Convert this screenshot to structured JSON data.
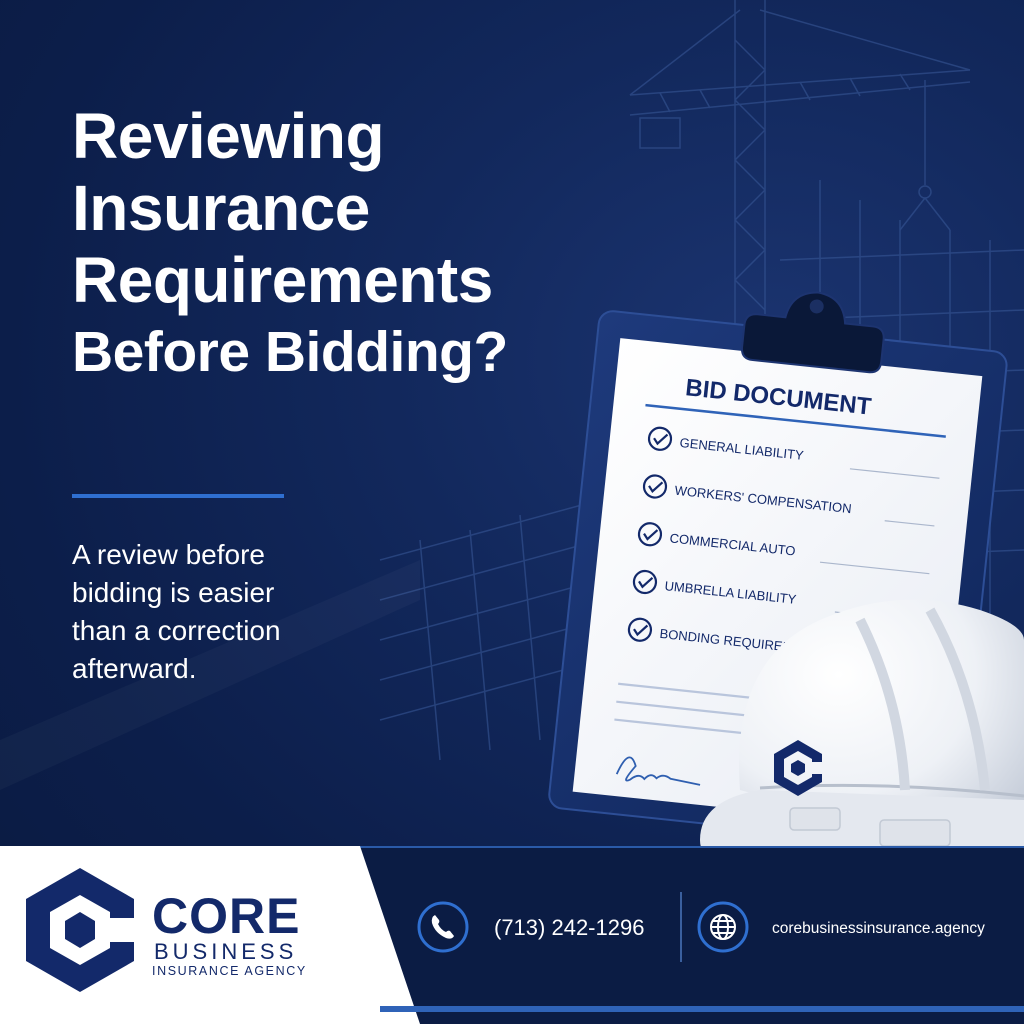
{
  "headline": {
    "line1": "Reviewing",
    "line2": "Insurance",
    "line3": "Requirements",
    "line4": "Before Bidding?"
  },
  "subtext": {
    "line1": "A review before",
    "line2": "bidding is easier",
    "line3": "than a correction",
    "line4": "afterward."
  },
  "document": {
    "title": "BID DOCUMENT",
    "items": [
      "GENERAL LIABILITY",
      "WORKERS' COMPENSATION",
      "COMMERCIAL AUTO",
      "UMBRELLA LIABILITY",
      "BONDING REQUIREMENTS"
    ]
  },
  "brand": {
    "name": "CORE",
    "sub1": "BUSINESS",
    "sub2": "INSURANCE AGENCY"
  },
  "contact": {
    "phone": "(713) 242-1296",
    "website": "corebusinessinsurance.agency",
    "phone_icon": "phone-icon",
    "web_icon": "globe-icon"
  },
  "colors": {
    "navy": "#0c1e4a",
    "accent_blue": "#2f6fd0",
    "brand_navy": "#13296a",
    "white": "#ffffff"
  }
}
